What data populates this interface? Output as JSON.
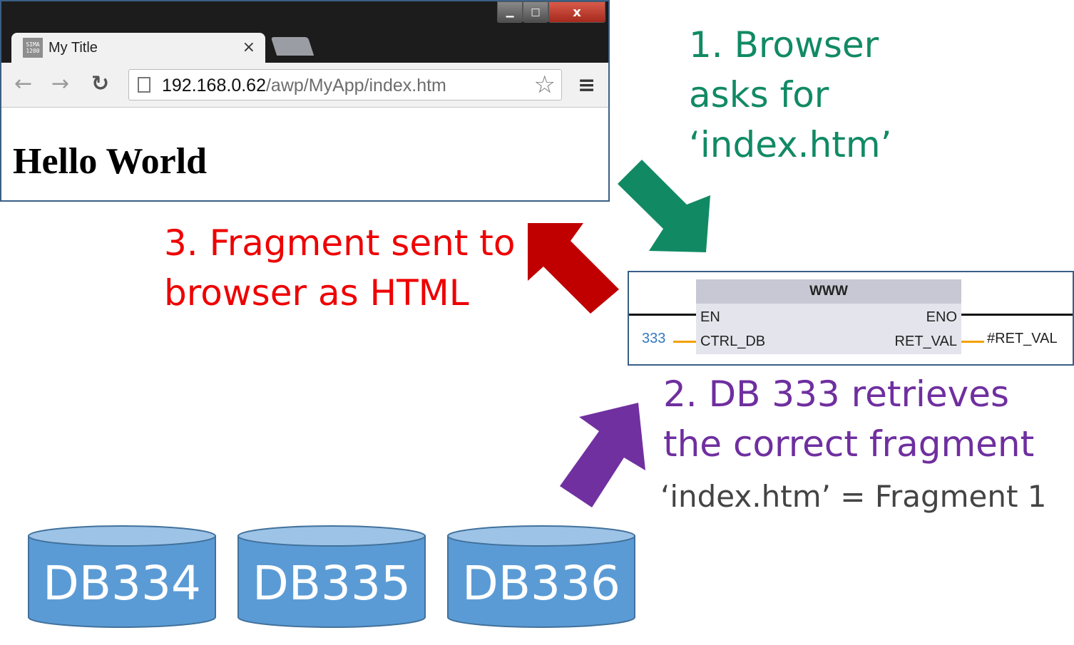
{
  "browser": {
    "tab_title": "My Title",
    "tab_close": "×",
    "favicon_text": "SIMA 1200",
    "window_controls": {
      "minimize": "▁",
      "maximize": "□",
      "close": "x"
    },
    "url_host": "192.168.0.62",
    "url_path": "/awp/MyApp/index.htm",
    "page_heading": "Hello World"
  },
  "steps": {
    "step1": {
      "line1": "1. Browser",
      "line2": "asks for",
      "line3": "‘index.htm’",
      "color": "#118a64"
    },
    "step2": {
      "line1": "2. DB 333 retrieves",
      "line2": "the correct fragment",
      "color": "#6f2f9f"
    },
    "step3": {
      "line1": "3. Fragment sent to",
      "line2": "browser as HTML",
      "color": "#ee0000"
    },
    "mapping": "‘index.htm’ = Fragment 1"
  },
  "plc_block": {
    "name": "WWW",
    "pin_en": "EN",
    "pin_eno": "ENO",
    "pin_ctrl_db": "CTRL_DB",
    "pin_ret_val": "RET_VAL",
    "ctrl_db_value": "333",
    "ret_val_output": "#RET_VAL"
  },
  "databases": [
    {
      "label": "DB334"
    },
    {
      "label": "DB335"
    },
    {
      "label": "DB336"
    }
  ],
  "colors": {
    "cylinder_fill": "#5b9bd5",
    "cylinder_top": "#9dc3e6",
    "cylinder_stroke": "#41719c",
    "arrow_green": "#118a64",
    "arrow_red": "#c00000",
    "arrow_purple": "#7030a0"
  }
}
